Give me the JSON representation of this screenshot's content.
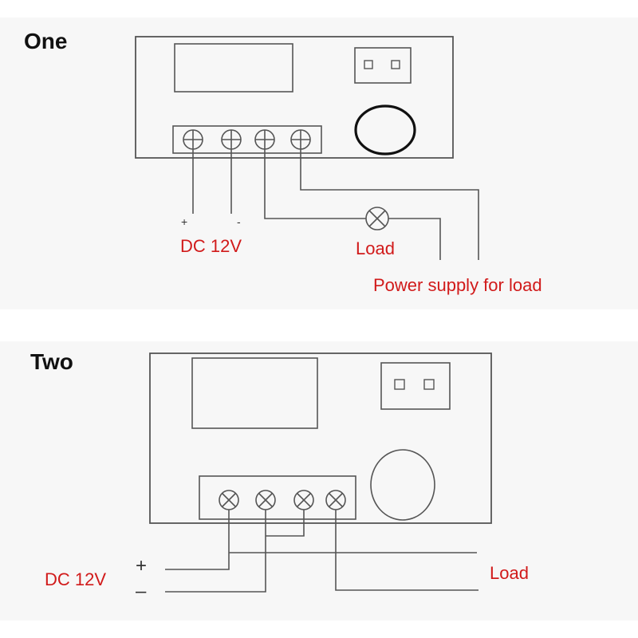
{
  "colors": {
    "label_red": "#d11a1a",
    "line": "#555555",
    "panel_background": "#f7f7f7"
  },
  "diagrams": [
    {
      "title": "One",
      "supply_plus": "+",
      "supply_minus": "-",
      "supply_label": "DC 12V",
      "load_label": "Load",
      "load_power_label": "Power supply for load"
    },
    {
      "title": "Two",
      "supply_plus": "+",
      "supply_minus": "–",
      "supply_label": "DC 12V",
      "load_label": "Load"
    }
  ]
}
